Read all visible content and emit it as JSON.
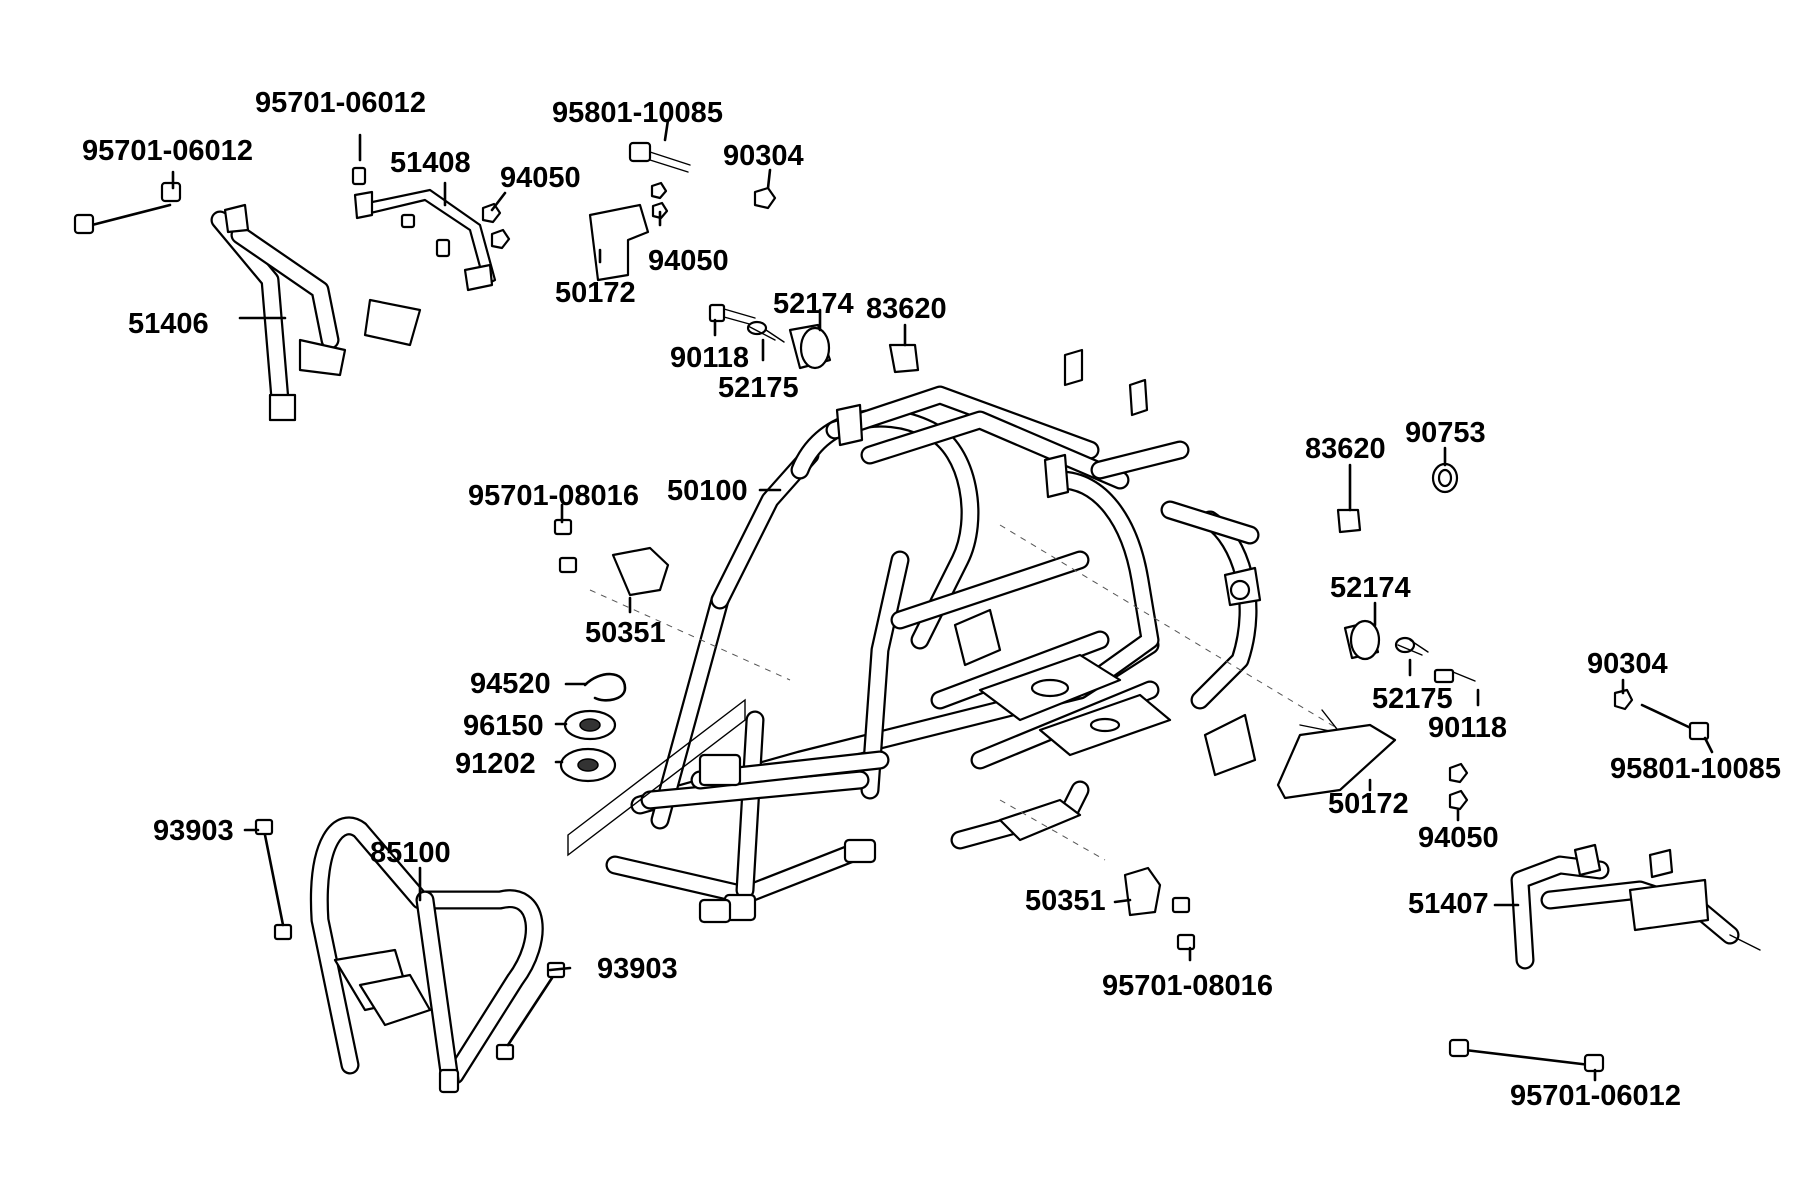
{
  "diagram": {
    "callouts": {
      "c01": "95701-06012",
      "c02": "95701-06012",
      "c03": "51408",
      "c04": "94050",
      "c05": "51406",
      "c06": "95801-10085",
      "c07": "90304",
      "c08": "94050",
      "c09": "50172",
      "c10": "52174",
      "c11": "83620",
      "c12": "90118",
      "c13": "52175",
      "c14": "95701-08016",
      "c15": "50100",
      "c16": "50351",
      "c17": "94520",
      "c18": "96150",
      "c19": "91202",
      "c20": "93903",
      "c21": "85100",
      "c22": "93903",
      "c23": "83620",
      "c24": "90753",
      "c25": "52174",
      "c26": "52175",
      "c27": "90118",
      "c28": "90304",
      "c29": "95801-10085",
      "c30": "50172",
      "c31": "94050",
      "c32": "51407",
      "c33": "50351",
      "c34": "95701-08016",
      "c35": "95701-06012"
    }
  }
}
